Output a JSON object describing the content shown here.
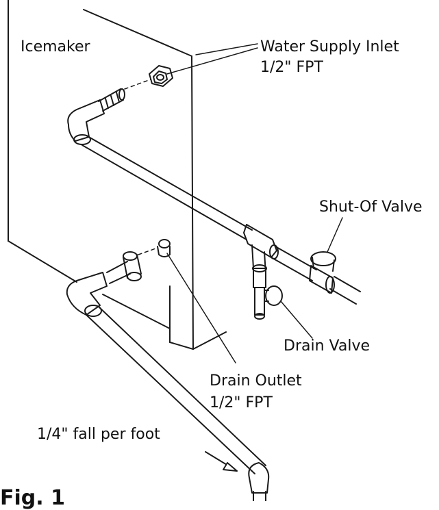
{
  "labels": {
    "icemaker": "Icemaker",
    "water_supply_inlet": "Water Supply Inlet",
    "water_supply_size": "1/2\" FPT",
    "shut_off_valve": "Shut-Of  Valve",
    "drain_valve": "Drain Valve",
    "drain_outlet": "Drain Outlet",
    "drain_outlet_size": "1/2\" FPT",
    "fall": "1/4\" fall per foot",
    "figure": "Fig. 1"
  },
  "colors": {
    "line": "#1a1a1a",
    "background": "#ffffff"
  }
}
